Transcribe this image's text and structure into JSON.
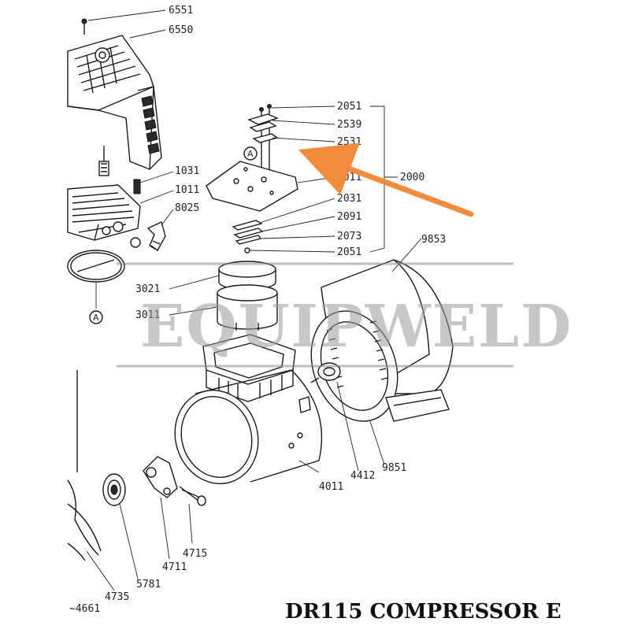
{
  "caption": "DR115 COMPRESSOR E",
  "watermark": "EQUIPWELD",
  "callout_letter": "A",
  "accent_color": "#f28c3c",
  "part_labels": {
    "p6551": "6551",
    "p6550": "6550",
    "p2051a": "2051",
    "p2539": "2539",
    "p2531": "2531",
    "p2011": "2011",
    "p2000": "2000",
    "p2031": "2031",
    "p2091": "2091",
    "p2073": "2073",
    "p2051b": "2051",
    "p1031": "1031",
    "p1011": "1011",
    "p8025": "8025",
    "p9853": "9853",
    "p3021": "3021",
    "p3011": "3011",
    "p4011": "4011",
    "p4412": "4412",
    "p9851": "9851",
    "p4715": "4715",
    "p4711": "4711",
    "p5781": "5781",
    "p4735": "4735",
    "p4661": "4661"
  }
}
